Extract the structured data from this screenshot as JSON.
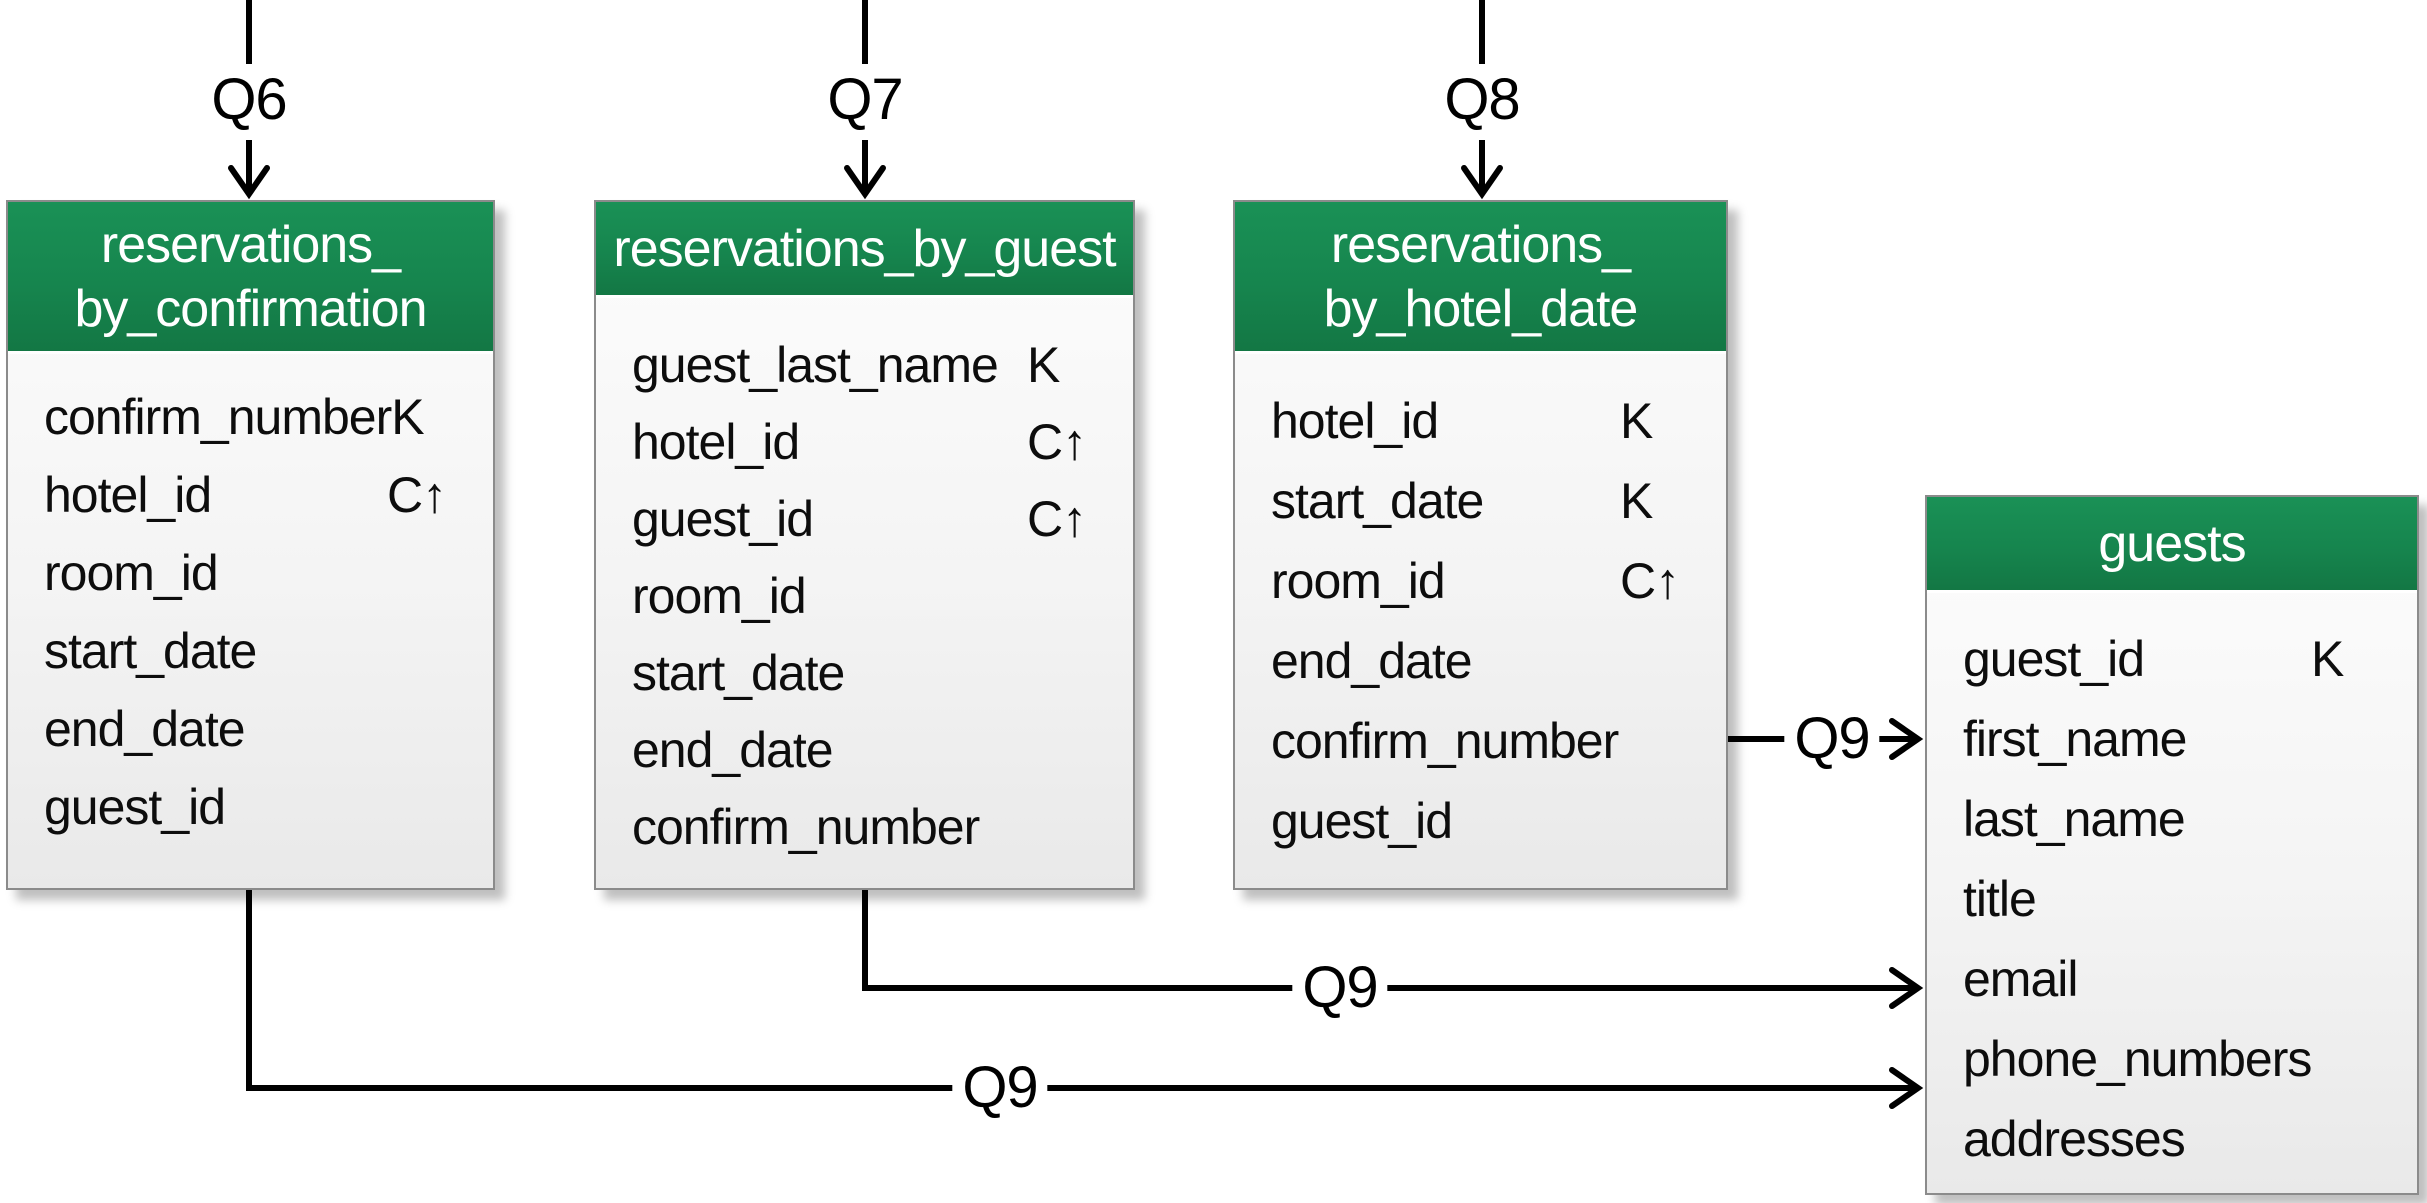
{
  "colors": {
    "header_bg": "#16854e",
    "header_text": "#ffffff",
    "table_border": "#8b8b8b",
    "body_bg_top": "#fdfdfd",
    "body_bg_bottom": "#e9e9e9",
    "wire_color": "#000000"
  },
  "key_legend": {
    "partition_key": "K",
    "clustering_asc": "C↑"
  },
  "tables": [
    {
      "name": "reservations_by_confirmation",
      "title_lines": [
        "reservations_",
        "by_confirmation"
      ],
      "fields": [
        {
          "name": "confirm_number",
          "key": "K"
        },
        {
          "name": "hotel_id",
          "key": "C↑"
        },
        {
          "name": "room_id",
          "key": ""
        },
        {
          "name": "start_date",
          "key": ""
        },
        {
          "name": "end_date",
          "key": ""
        },
        {
          "name": "guest_id",
          "key": ""
        }
      ]
    },
    {
      "name": "reservations_by_guest",
      "title_lines": [
        "reservations_by_guest"
      ],
      "fields": [
        {
          "name": "guest_last_name",
          "key": "K"
        },
        {
          "name": "hotel_id",
          "key": "C↑"
        },
        {
          "name": "guest_id",
          "key": "C↑"
        },
        {
          "name": "room_id",
          "key": ""
        },
        {
          "name": "start_date",
          "key": ""
        },
        {
          "name": "end_date",
          "key": ""
        },
        {
          "name": "confirm_number",
          "key": ""
        }
      ]
    },
    {
      "name": "reservations_by_hotel_date",
      "title_lines": [
        "reservations_",
        "by_hotel_date"
      ],
      "fields": [
        {
          "name": "hotel_id",
          "key": "K"
        },
        {
          "name": "start_date",
          "key": "K"
        },
        {
          "name": "room_id",
          "key": "C↑"
        },
        {
          "name": "end_date",
          "key": ""
        },
        {
          "name": "confirm_number",
          "key": ""
        },
        {
          "name": "guest_id",
          "key": ""
        }
      ]
    },
    {
      "name": "guests",
      "title_lines": [
        "guests"
      ],
      "fields": [
        {
          "name": "guest_id",
          "key": "K"
        },
        {
          "name": "first_name",
          "key": ""
        },
        {
          "name": "last_name",
          "key": ""
        },
        {
          "name": "title",
          "key": ""
        },
        {
          "name": "email",
          "key": ""
        },
        {
          "name": "phone_numbers",
          "key": ""
        },
        {
          "name": "addresses",
          "key": ""
        }
      ]
    }
  ],
  "query_labels": {
    "q6": "Q6",
    "q7": "Q7",
    "q8": "Q8",
    "q9_from_hotel_date": "Q9",
    "q9_from_guest": "Q9",
    "q9_from_confirmation": "Q9"
  }
}
